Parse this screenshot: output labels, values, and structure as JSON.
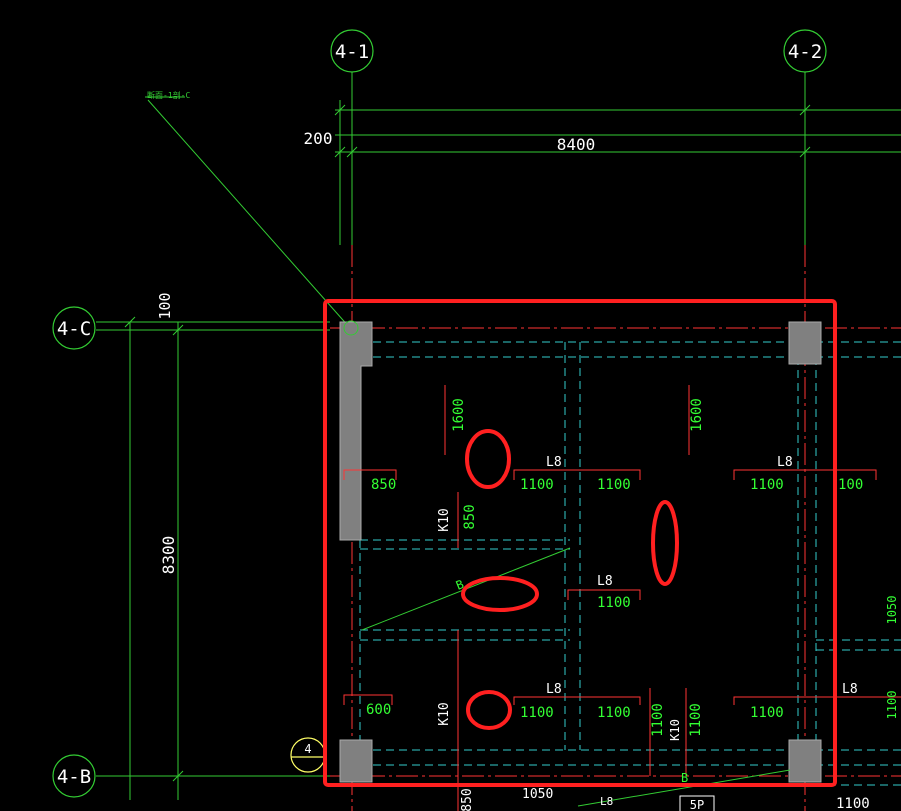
{
  "axes": {
    "v1": "4-1",
    "v2": "4-2",
    "h1": "4-C",
    "h2": "4-B"
  },
  "dimensions": {
    "top_offset": "200",
    "top_span": "8400",
    "left_offset": "100",
    "left_span": "8300"
  },
  "section_label": "断面-1剖-C",
  "detail_marker": "4",
  "beam_labels": {
    "l8_a": "L8",
    "l8_b": "L8",
    "l8_c": "L8",
    "l8_d": "L8",
    "l8_e": "L8",
    "l8_f": "L8",
    "k10_a": "K10",
    "k10_b": "K10",
    "k10_c": "K10",
    "b_a": "B",
    "b_b": "B"
  },
  "rebar_values": {
    "v1600_a": "1600",
    "v1600_b": "1600",
    "v850_a": "850",
    "v850_b": "850",
    "v1100_1": "1100",
    "v1100_2": "1100",
    "v1100_3": "1100",
    "v100": "100",
    "v1100_4": "1100",
    "v600": "600",
    "v1100_5": "1100",
    "v1100_6": "1100",
    "v1100_7": "1100",
    "v1100_8": "1100",
    "v1100_9": "1100",
    "v1100_10": "1100",
    "v1050": "1050",
    "v1100_11": "1100",
    "v850_c": "850",
    "v1050_b": "1050",
    "v5p": "5P"
  },
  "colors": {
    "background": "#000000",
    "dimension": "#33cc33",
    "axis_line": "#ff3333",
    "beam_dash": "#33cccc",
    "rebar": "#ff3333",
    "rebar_text": "#33ff33",
    "label_text": "#ffffff",
    "column_fill": "#808080",
    "highlight": "#ff2020"
  }
}
